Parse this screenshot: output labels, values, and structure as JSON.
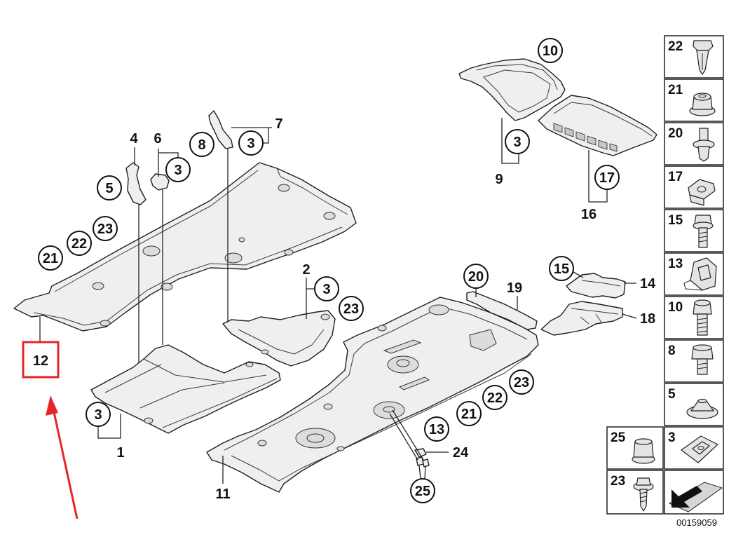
{
  "callouts": [
    "10",
    "3",
    "9",
    "17",
    "16",
    "4",
    "6",
    "7",
    "8",
    "3",
    "3",
    "5",
    "23",
    "22",
    "21",
    "2",
    "3",
    "23",
    "3",
    "1",
    "20",
    "19",
    "15",
    "14",
    "18",
    "23",
    "22",
    "21",
    "13",
    "24",
    "25",
    "11"
  ],
  "highlight": {
    "label": "12",
    "color": "#e3262b"
  },
  "legend": [
    {
      "number": "22",
      "icon": "expanding-rivet-icon"
    },
    {
      "number": "21",
      "icon": "flange-nut-icon"
    },
    {
      "number": "20",
      "icon": "push-pin-icon"
    },
    {
      "number": "17",
      "icon": "clip-nut-icon"
    },
    {
      "number": "15",
      "icon": "collar-bolt-icon"
    },
    {
      "number": "13",
      "icon": "retaining-clip-icon"
    },
    {
      "number": "10",
      "icon": "hex-bolt-icon"
    },
    {
      "number": "8",
      "icon": "short-bolt-icon"
    },
    {
      "number": "5",
      "icon": "cone-washer-icon"
    },
    {
      "number": "25",
      "icon": "collar-nut-icon"
    },
    {
      "number": "3",
      "icon": "spring-nut-icon"
    },
    {
      "number": "23",
      "icon": "self-tapping-screw-icon"
    }
  ],
  "arrow_icon": "direction-arrow-icon",
  "drawing_number": "00159059"
}
